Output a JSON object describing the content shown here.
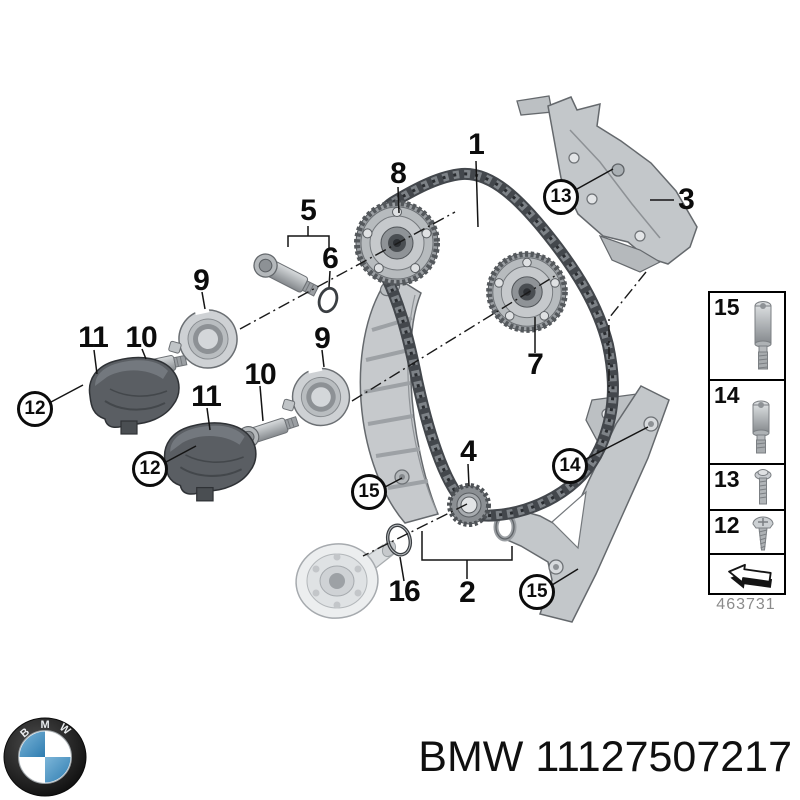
{
  "brand": {
    "logo_letters": [
      "B",
      "M",
      "W"
    ],
    "part_number_label": "BMW 11127507217"
  },
  "diagram": {
    "drawing_number": "463731",
    "callouts": [
      {
        "label": "1"
      },
      {
        "label": "2"
      },
      {
        "label": "3"
      },
      {
        "label": "4"
      },
      {
        "label": "5"
      },
      {
        "label": "6"
      },
      {
        "label": "7"
      },
      {
        "label": "8"
      },
      {
        "label": "9"
      },
      {
        "label": "9"
      },
      {
        "label": "10"
      },
      {
        "label": "10"
      },
      {
        "label": "11"
      },
      {
        "label": "11"
      },
      {
        "label": "12"
      },
      {
        "label": "12"
      },
      {
        "label": "13"
      },
      {
        "label": "14"
      },
      {
        "label": "15"
      },
      {
        "label": "15"
      },
      {
        "label": "16"
      }
    ],
    "legend": {
      "items": [
        {
          "label": "15"
        },
        {
          "label": "14"
        },
        {
          "label": "13"
        },
        {
          "label": "12"
        }
      ]
    }
  },
  "colors": {
    "logo_blue": "#4d9bc6",
    "line": "#1a1a1a",
    "part_gray": "#c5c9cc"
  }
}
